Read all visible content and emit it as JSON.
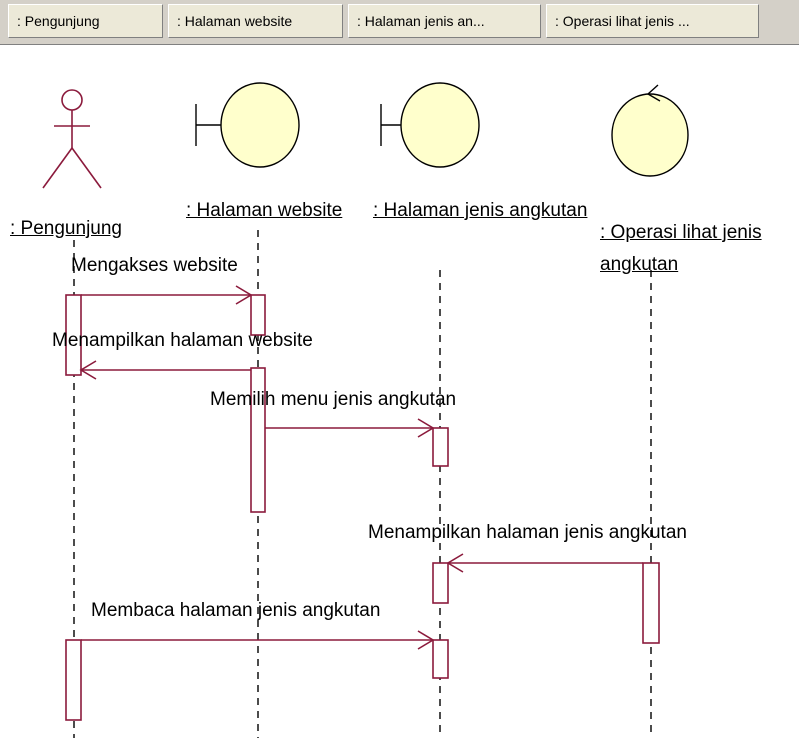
{
  "tabs": [
    {
      "label": ": Pengunjung"
    },
    {
      "label": ": Halaman website"
    },
    {
      "label": ": Halaman jenis an..."
    },
    {
      "label": ": Operasi lihat jenis ..."
    }
  ],
  "objects": {
    "actor": ": Pengunjung",
    "boundary1": ": Halaman website",
    "boundary2": ": Halaman jenis angkutan",
    "control_line1": ": Operasi lihat jenis",
    "control_line2": "angkutan"
  },
  "messages": [
    {
      "label": "Mengakses website"
    },
    {
      "label": "Menampilkan halaman website"
    },
    {
      "label": "Memilih menu jenis angkutan"
    },
    {
      "label": "Menampilkan halaman jenis angkutan"
    },
    {
      "label": "Membaca halaman jenis angkutan"
    }
  ],
  "colors": {
    "line": "#8b1a3c",
    "fill": "#ffffcc",
    "tab_bg": "#ece9d8",
    "toolbar_bg": "#d4d0c8"
  }
}
